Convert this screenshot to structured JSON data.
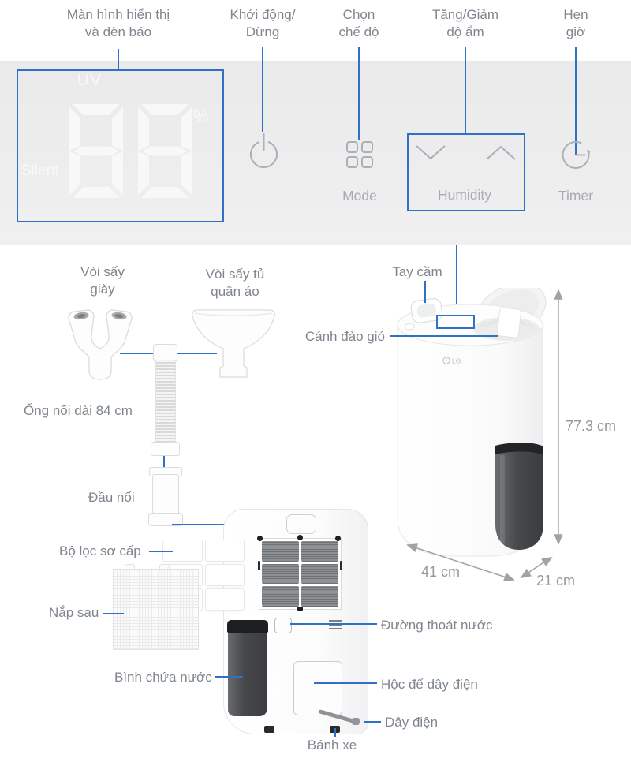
{
  "control_panel": {
    "callouts": {
      "display": {
        "line1": "Màn hình hiển thị",
        "line2": "và đèn báo"
      },
      "power": {
        "line1": "Khởi động/",
        "line2": "Dừng"
      },
      "mode": {
        "line1": "Chọn",
        "line2": "chế độ"
      },
      "humidity": {
        "line1": "Tăng/Giảm",
        "line2": "độ ẩm"
      },
      "timer": {
        "line1": "Hẹn",
        "line2": "giờ"
      }
    },
    "display": {
      "uv_indicator": "UV",
      "silent_indicator": "Silent",
      "percent_sign": "%",
      "digits": "88"
    },
    "button_labels": {
      "mode": "Mode",
      "humidity": "Humidity",
      "timer": "Timer"
    }
  },
  "product": {
    "brand": "LG",
    "part_labels": {
      "shoe_nozzle": {
        "line1": "Vòi sấy",
        "line2": "giày"
      },
      "wardrobe_nozzle": {
        "line1": "Vòi sấy tủ",
        "line2": "quần áo"
      },
      "extension_hose": "Ống nối dài 84 cm",
      "connector": "Đầu nối",
      "pre_filter": "Bộ lọc sơ cấp",
      "rear_cover": "Nắp sau",
      "water_tank": "Bình chứa nước",
      "handle": "Tay cầm",
      "swing_louver": "Cánh đảo gió",
      "drain_outlet": "Đường thoát nước",
      "cord_compartment": "Hộc để dây điện",
      "power_cord": "Dây điện",
      "wheels": "Bánh xe"
    },
    "dimensions": {
      "height": "77.3 cm",
      "width": "41 cm",
      "depth": "21 cm"
    }
  },
  "colors": {
    "accent_blue": "#2e71c6",
    "label_gray": "#7f858e",
    "panel_text_gray": "#a7acb3",
    "dimension_gray": "#94989d",
    "panel_background": "#ececee"
  }
}
